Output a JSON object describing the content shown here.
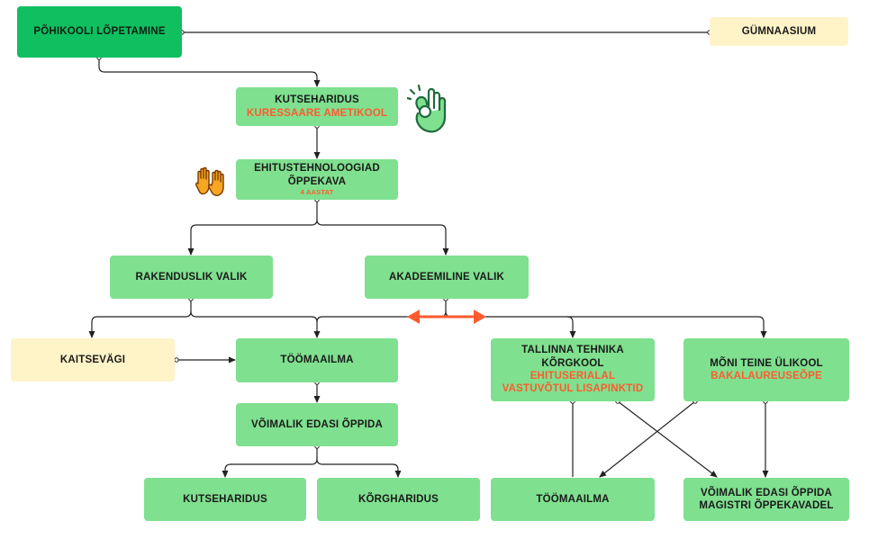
{
  "nodes": {
    "pohikool": "PÕHIKOOLI LÕPETAMINE",
    "gymnaasium": "GÜMNAASIUM",
    "kutseharidus_top": "KUTSEHARIDUS",
    "kuressaare": "KURESSAARE AMETIKOOL",
    "ehitus_line1": "EHITUSTEHNOLOOGIAD",
    "ehitus_line2": "ÕPPEKAVA",
    "ehitus_years": "4 AASTAT",
    "rakenduslik": "RAKENDUSLIK VALIK",
    "akadeemiline": "AKADEEMILINE VALIK",
    "kaitsevagi": "KAITSEVÄGI",
    "toomaailma_left": "TÖÖMAAILMA",
    "voimalik_left": "VÕIMALIK EDASI ÕPPIDA",
    "kutseharidus_bottom": "KUTSEHARIDUS",
    "korgharidus": "KÕRGHARIDUS",
    "ttk_line1": "TALLINNA TEHNIKA",
    "ttk_line2": "KÕRGKOOL",
    "ttk_hl1": "EHITUSERIALAL",
    "ttk_hl2": "VASTUVÕTUL LISAPINKTID",
    "moni_line1": "MÕNI TEINE ÜLIKOOL",
    "moni_hl": "BAKALAUREUSEÕPE",
    "toomaailma_right": "TÖÖMAAILMA",
    "voimalik_right_line1": "VÕIMALIK EDASI ÕPPIDA",
    "voimalik_right_line2": "MAGISTRI ÕPPEKAVADEL"
  },
  "icons": {
    "ok_hand": "ok-hand-icon",
    "high_five": "high-five-icon"
  },
  "colors": {
    "box_green": "#7fe08f",
    "box_dark_green": "#0fbf60",
    "box_cream": "#fff3c8",
    "highlight": "#ff5b2e",
    "connector": "#222222"
  }
}
